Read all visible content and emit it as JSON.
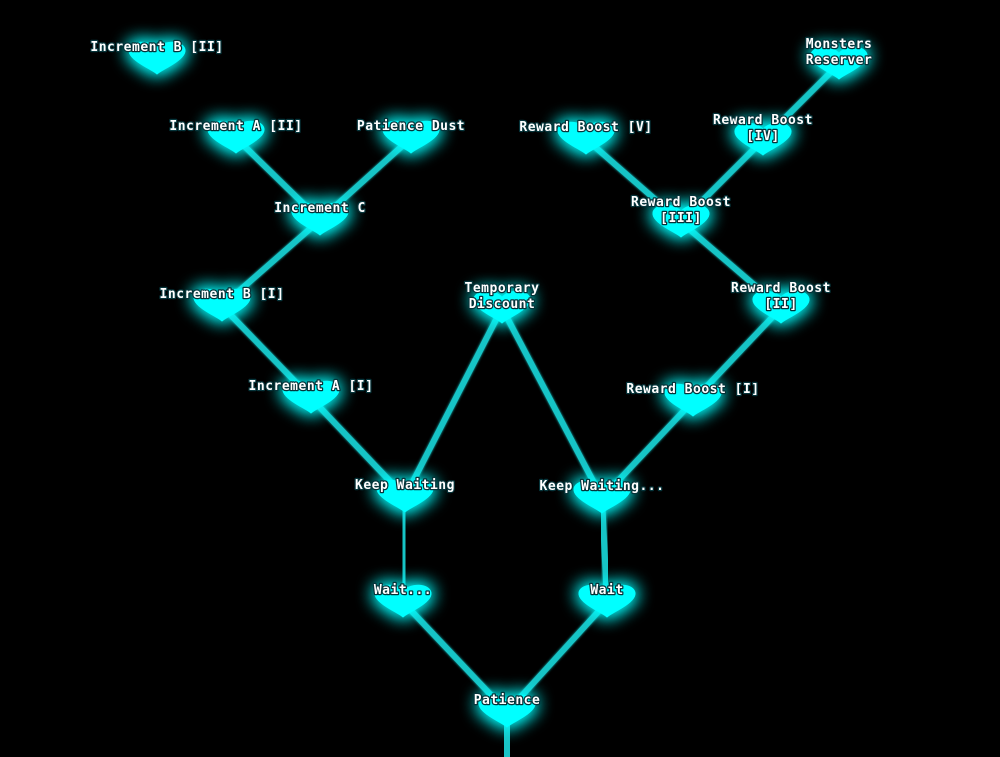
{
  "colors": {
    "background": "#000000",
    "node": "#00ffff",
    "node_glow": "#00e5e5",
    "edge": "#19c4c6",
    "label": "#ffffff"
  },
  "nodes": [
    {
      "id": "patience",
      "lines": [
        "Patience"
      ],
      "icon": "heart-icon"
    },
    {
      "id": "wait-dots",
      "lines": [
        "Wait..."
      ],
      "icon": "heart-icon"
    },
    {
      "id": "wait",
      "lines": [
        "Wait"
      ],
      "icon": "heart-icon"
    },
    {
      "id": "keep-waiting",
      "lines": [
        "Keep Waiting"
      ],
      "icon": "heart-icon"
    },
    {
      "id": "keep-waiting-dots",
      "lines": [
        "Keep Waiting..."
      ],
      "icon": "heart-icon"
    },
    {
      "id": "temporary-discount",
      "lines": [
        "Temporary",
        "Discount"
      ],
      "icon": "heart-icon"
    },
    {
      "id": "increment-a-1",
      "lines": [
        "Increment A [I]"
      ],
      "icon": "heart-icon"
    },
    {
      "id": "increment-b-1",
      "lines": [
        "Increment B [I]"
      ],
      "icon": "heart-icon"
    },
    {
      "id": "increment-c",
      "lines": [
        "Increment C"
      ],
      "icon": "heart-icon"
    },
    {
      "id": "increment-a-2",
      "lines": [
        "Increment A [II]"
      ],
      "icon": "heart-icon"
    },
    {
      "id": "patience-dust",
      "lines": [
        "Patience Dust"
      ],
      "icon": "heart-icon"
    },
    {
      "id": "increment-b-2",
      "lines": [
        "Increment B [II]"
      ],
      "icon": "heart-icon"
    },
    {
      "id": "reward-boost-1",
      "lines": [
        "Reward Boost [I]"
      ],
      "icon": "heart-icon"
    },
    {
      "id": "reward-boost-2",
      "lines": [
        "Reward Boost",
        "[II]"
      ],
      "icon": "heart-icon"
    },
    {
      "id": "reward-boost-3",
      "lines": [
        "Reward Boost",
        "[III]"
      ],
      "icon": "heart-icon"
    },
    {
      "id": "reward-boost-4",
      "lines": [
        "Reward Boost",
        "[IV]"
      ],
      "icon": "heart-icon"
    },
    {
      "id": "reward-boost-5",
      "lines": [
        "Reward Boost [V]"
      ],
      "icon": "heart-icon"
    },
    {
      "id": "monsters-reserver",
      "lines": [
        "Monsters",
        "Reserver"
      ],
      "icon": "heart-icon"
    }
  ],
  "edges": [
    [
      "patience",
      "wait-dots"
    ],
    [
      "patience",
      "wait"
    ],
    [
      "wait-dots",
      "keep-waiting"
    ],
    [
      "wait",
      "keep-waiting-dots"
    ],
    [
      "keep-waiting",
      "temporary-discount"
    ],
    [
      "keep-waiting-dots",
      "temporary-discount"
    ],
    [
      "keep-waiting",
      "increment-a-1"
    ],
    [
      "increment-a-1",
      "increment-b-1"
    ],
    [
      "increment-b-1",
      "increment-c"
    ],
    [
      "increment-c",
      "increment-a-2"
    ],
    [
      "increment-c",
      "patience-dust"
    ],
    [
      "keep-waiting-dots",
      "reward-boost-1"
    ],
    [
      "reward-boost-1",
      "reward-boost-2"
    ],
    [
      "reward-boost-2",
      "reward-boost-3"
    ],
    [
      "reward-boost-3",
      "reward-boost-4"
    ],
    [
      "reward-boost-3",
      "reward-boost-5"
    ],
    [
      "reward-boost-4",
      "monsters-reserver"
    ]
  ]
}
